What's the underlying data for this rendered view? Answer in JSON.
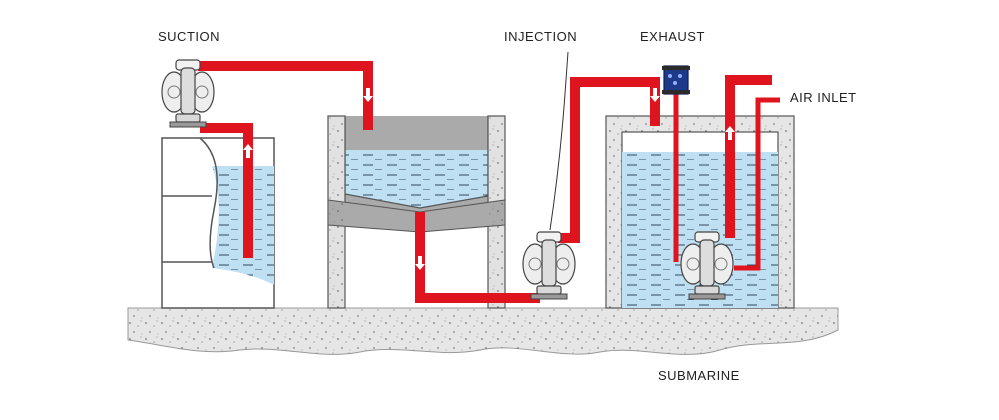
{
  "labels": {
    "suction": "SUCTION",
    "injection": "INJECTION",
    "exhaust": "EXHAUST",
    "air_inlet": "AIR INLET",
    "submarine": "SUBMARINE"
  },
  "colors": {
    "pipe": "#e0141e",
    "water": "#bfe0f2",
    "water_line": "#33475e",
    "concrete": "#e6e6e6",
    "wall": "#aaaaaa",
    "muffler": "#1d3a8a",
    "pump_body": "#eeeeee"
  }
}
